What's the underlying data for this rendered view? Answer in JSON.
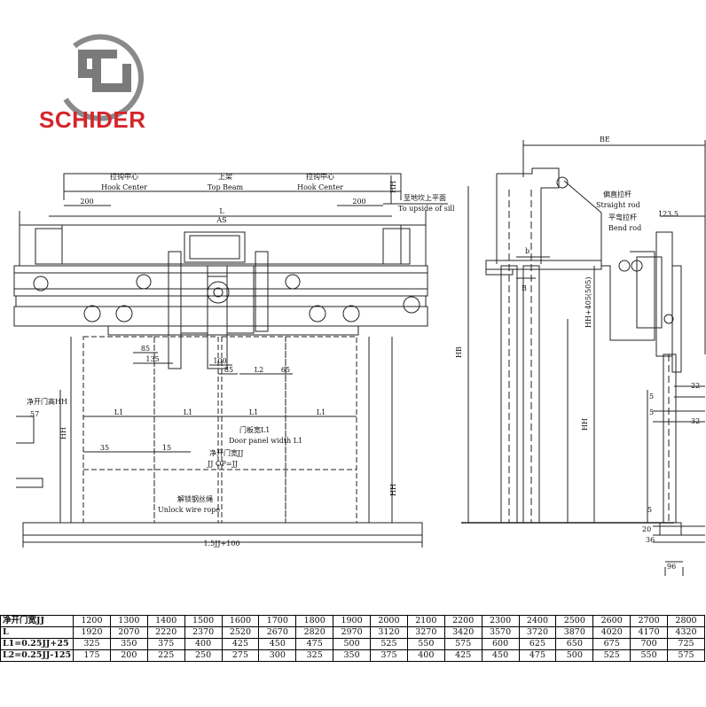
{
  "brand": {
    "name": "SCHIDER",
    "color": "#d4262c",
    "logo_color": "#8a8a8a"
  },
  "front_view": {
    "hook_center_cn_left": "拉钩中心",
    "hook_center_en_left": "Hook Center",
    "top_beam_cn": "上梁",
    "top_beam_en": "Top Beam",
    "hook_center_cn_right": "拉钩中心",
    "hook_center_en_right": "Hook Center",
    "dim_200_left": "200",
    "dim_200_right": "200",
    "dim_L": "L",
    "dim_AS": "AS",
    "dim_HH": "HH",
    "sill_cn": "至地坎上平面",
    "sill_en": "To upside of sill",
    "dim_85": "85",
    "dim_135": "135",
    "dim_100": "100",
    "dim_85b": "85",
    "dim_L2": "L2",
    "dim_65": "65",
    "net_height": "净开门高HH",
    "dim_57": "57",
    "L1_a": "L1",
    "L1_b": "L1",
    "L1_c": "L1",
    "L1_d": "L1",
    "dim_35": "35",
    "dim_15": "15",
    "door_width_cn": "门板宽L1",
    "door_width_en": "Door panel width L1",
    "net_width_cn": "净开门宽JJ",
    "net_width_en": "JJ OP=JJ",
    "unlock_cn": "解锁钢丝绳",
    "unlock_en": "Unlock wire rope",
    "dim_bottom": "1.5JJ+100",
    "dim_HH_right": "HH"
  },
  "side_view": {
    "dim_BE": "BE",
    "straight_rod_cn": "偏直拉杆",
    "straight_rod_en": "Straight rod",
    "bend_rod_cn": "平弯拉杆",
    "bend_rod_en": "Bend rod",
    "dim_123_5": "123.5",
    "dim_b": "b",
    "dim_B": "B",
    "dim_HB": "HB",
    "dim_HH405": "HH+405(505)",
    "dim_HH": "HH",
    "dim_22": "22",
    "dim_5a": "5",
    "dim_5b": "5",
    "dim_32": "32",
    "dim_5c": "5",
    "dim_20": "20",
    "dim_36": "36",
    "dim_96": "96"
  },
  "table": {
    "headers": [
      "净开门宽JJ",
      "L",
      "L1=0.25JJ+25",
      "L2=0.25JJ-125"
    ],
    "rows": [
      [
        "1200",
        "1300",
        "1400",
        "1500",
        "1600",
        "1700",
        "1800",
        "1900",
        "2000",
        "2100",
        "2200",
        "2300",
        "2400",
        "2500",
        "2600",
        "2700",
        "2800"
      ],
      [
        "1920",
        "2070",
        "2220",
        "2370",
        "2520",
        "2670",
        "2820",
        "2970",
        "3120",
        "3270",
        "3420",
        "3570",
        "3720",
        "3870",
        "4020",
        "4170",
        "4320"
      ],
      [
        "325",
        "350",
        "375",
        "400",
        "425",
        "450",
        "475",
        "500",
        "525",
        "550",
        "575",
        "600",
        "625",
        "650",
        "675",
        "700",
        "725"
      ],
      [
        "175",
        "200",
        "225",
        "250",
        "275",
        "300",
        "325",
        "350",
        "375",
        "400",
        "425",
        "450",
        "475",
        "500",
        "525",
        "550",
        "575"
      ]
    ]
  }
}
